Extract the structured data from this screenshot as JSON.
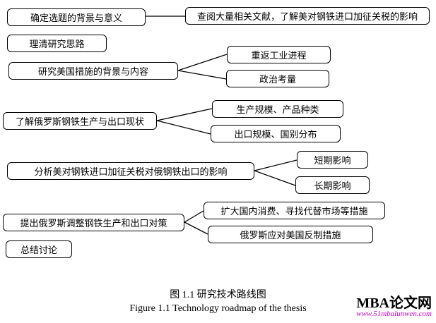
{
  "diagram": {
    "nodes": {
      "topic_background": "确定选题的背景与意义",
      "literature": "查阅大量相关文献，了解美对钢铁进口加征关税的影响",
      "research_idea": "理清研究思路",
      "us_measures": "研究美国措施的背景与内容",
      "reindustrialization": "重返工业进程",
      "political": "政治考量",
      "russia_status": "了解俄罗斯钢铁生产与出口现状",
      "production_scale": "生产规模、产品种类",
      "export_scale": "出口规模、国别分布",
      "impact_analysis": "分析美对钢铁进口加征关税对俄钢铁出口的影响",
      "short_term": "短期影响",
      "long_term": "长期影响",
      "countermeasures": "提出俄罗斯调整钢铁生产和出口对策",
      "expand_consumption": "扩大国内消费、寻找代替市场等措施",
      "russia_counter": "俄罗斯应对美国反制措施",
      "summary": "总结讨论"
    },
    "edges": [
      {
        "from": "topic_background",
        "to": "literature"
      },
      {
        "from": "us_measures",
        "to": "reindustrialization"
      },
      {
        "from": "us_measures",
        "to": "political"
      },
      {
        "from": "russia_status",
        "to": "production_scale"
      },
      {
        "from": "russia_status",
        "to": "export_scale"
      },
      {
        "from": "impact_analysis",
        "to": "short_term"
      },
      {
        "from": "impact_analysis",
        "to": "long_term"
      },
      {
        "from": "countermeasures",
        "to": "expand_consumption"
      },
      {
        "from": "countermeasures",
        "to": "russia_counter"
      }
    ],
    "caption_zh": "图 1.1  研究技术路线图",
    "caption_en": "Figure 1.1 Technology roadmap of the thesis"
  },
  "watermark": {
    "brand": "MBA论文网",
    "url": "www.51mbalunwen.com",
    "url_color": "#cc00cc"
  }
}
